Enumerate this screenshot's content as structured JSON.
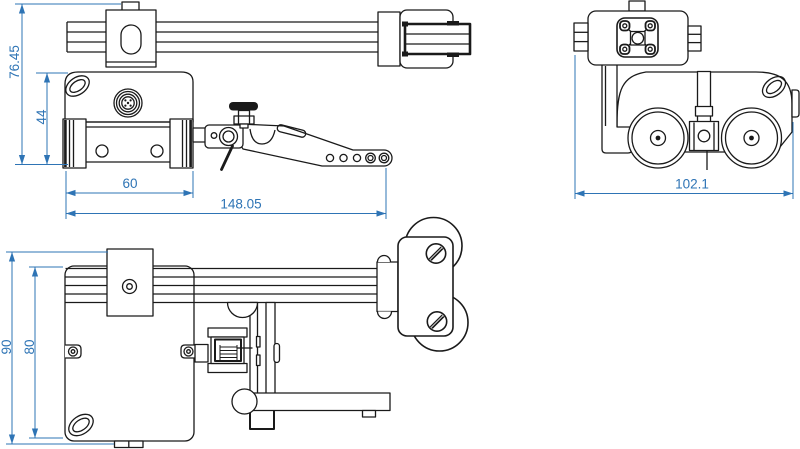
{
  "drawing": {
    "title": "rail-mounted-sensor-trolley-technical-drawing",
    "background": "#ffffff"
  },
  "colors": {
    "line": "#1a1a1a",
    "dimension": "#2e74b5"
  },
  "views": {
    "front_elevation": {
      "dimensions": {
        "overall_height": "76.45",
        "body_height": "44",
        "body_width": "60",
        "overall_length": "148.05"
      }
    },
    "side_elevation": {
      "dimensions": {
        "overall_width": "102.1"
      }
    },
    "top_plan": {
      "dimensions": {
        "overall_depth": "90",
        "body_depth": "80"
      }
    }
  }
}
